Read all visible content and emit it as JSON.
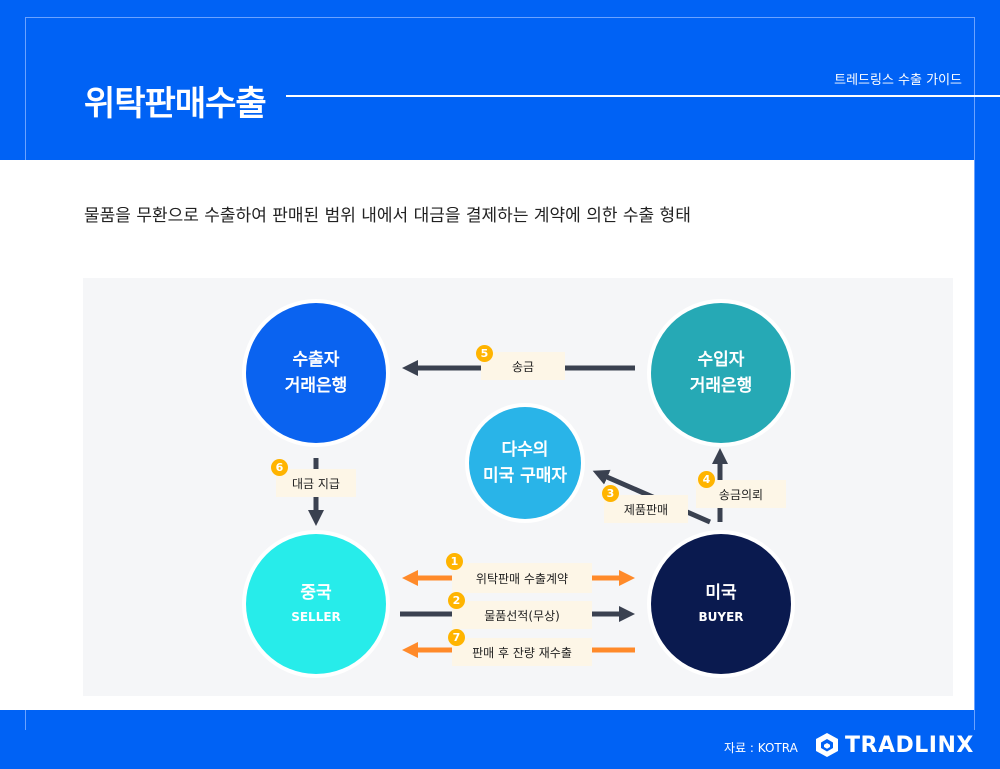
{
  "header": {
    "title": "위탁판매수출",
    "guide_label": "트레드링스 수출 가이드"
  },
  "description": "물품을 무환으로 수출하여 판매된 범위 내에서 대금을 결제하는 계약에 의한 수출 형태",
  "nodes": {
    "export_bank": {
      "line1": "수출자",
      "line2": "거래은행",
      "color": "#0a63f0"
    },
    "import_bank": {
      "line1": "수입자",
      "line2": "거래은행",
      "color": "#26a9b5"
    },
    "us_buyers": {
      "line1": "다수의",
      "line2": "미국 구매자",
      "color": "#29b4e8"
    },
    "china_seller": {
      "line1": "중국",
      "sub": "SELLER",
      "color": "#27ecea"
    },
    "us_buyer": {
      "line1": "미국",
      "sub": "BUYER",
      "color": "#0a1a4f"
    }
  },
  "steps": [
    {
      "num": "1",
      "label": "위탁판매 수출계약"
    },
    {
      "num": "2",
      "label": "물품선적(무상)"
    },
    {
      "num": "3",
      "label": "제품판매"
    },
    {
      "num": "4",
      "label": "송금의뢰"
    },
    {
      "num": "5",
      "label": "송금"
    },
    {
      "num": "6",
      "label": "대금 지급"
    },
    {
      "num": "7",
      "label": "판매 후 잔량 재수출"
    }
  ],
  "colors": {
    "orange_arrow": "#ff8a2a",
    "dark_arrow": "#3a4150",
    "badge": "#ffb400",
    "brand_blue": "#0062f5"
  },
  "footer": {
    "source": "자료 : KOTRA",
    "logo_text": "TRADLINX"
  }
}
